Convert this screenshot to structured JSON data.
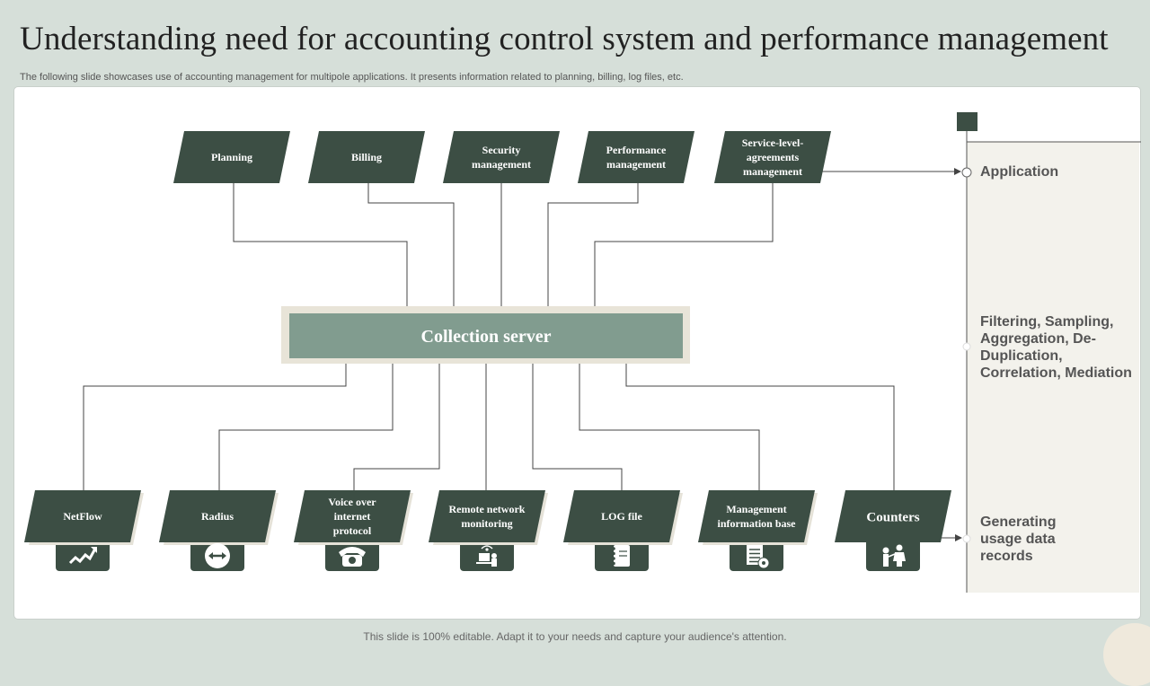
{
  "title": "Understanding need for accounting control system and performance management",
  "subtitle": "The following slide showcases use of accounting management for multipole applications. It presents information related to planning, billing, log files, etc.",
  "footer": "This slide is 100% editable. Adapt it to your needs and capture your audience's attention.",
  "colors": {
    "background": "#d6dfd9",
    "dark_green": "#3c4e44",
    "server_fill": "#819c8f",
    "server_border": "#e8e4d8",
    "side_panel": "#f3f2ec"
  },
  "top_boxes": [
    {
      "id": "planning",
      "lines": [
        "Planning"
      ]
    },
    {
      "id": "billing",
      "lines": [
        "Billing"
      ]
    },
    {
      "id": "security",
      "lines": [
        "Security",
        "management"
      ]
    },
    {
      "id": "performance",
      "lines": [
        "Performance",
        "management"
      ]
    },
    {
      "id": "sla",
      "lines": [
        "Service-level-",
        "agreements",
        "management"
      ]
    }
  ],
  "server": {
    "label": "Collection server"
  },
  "bottom_boxes": [
    {
      "id": "netflow",
      "lines": [
        "NetFlow"
      ],
      "icon": "trend-chart-icon"
    },
    {
      "id": "radius",
      "lines": [
        "Radius"
      ],
      "icon": "bidirectional-arrow-icon"
    },
    {
      "id": "voip",
      "lines": [
        "Voice over",
        "internet",
        "protocol"
      ],
      "icon": "telephone-icon"
    },
    {
      "id": "remote",
      "lines": [
        "Remote network",
        "monitoring"
      ],
      "icon": "network-monitor-icon"
    },
    {
      "id": "log",
      "lines": [
        "LOG file"
      ],
      "icon": "notebook-icon"
    },
    {
      "id": "mib",
      "lines": [
        "Management",
        "information base"
      ],
      "icon": "document-gear-icon"
    },
    {
      "id": "counters",
      "lines": [
        "Counters"
      ],
      "icon": "people-icon"
    }
  ],
  "side_labels": {
    "application": "Application",
    "filtering": "Filtering, Sampling, Aggregation, De-Duplication, Correlation, Mediation",
    "generating": "Generating usage data records"
  }
}
